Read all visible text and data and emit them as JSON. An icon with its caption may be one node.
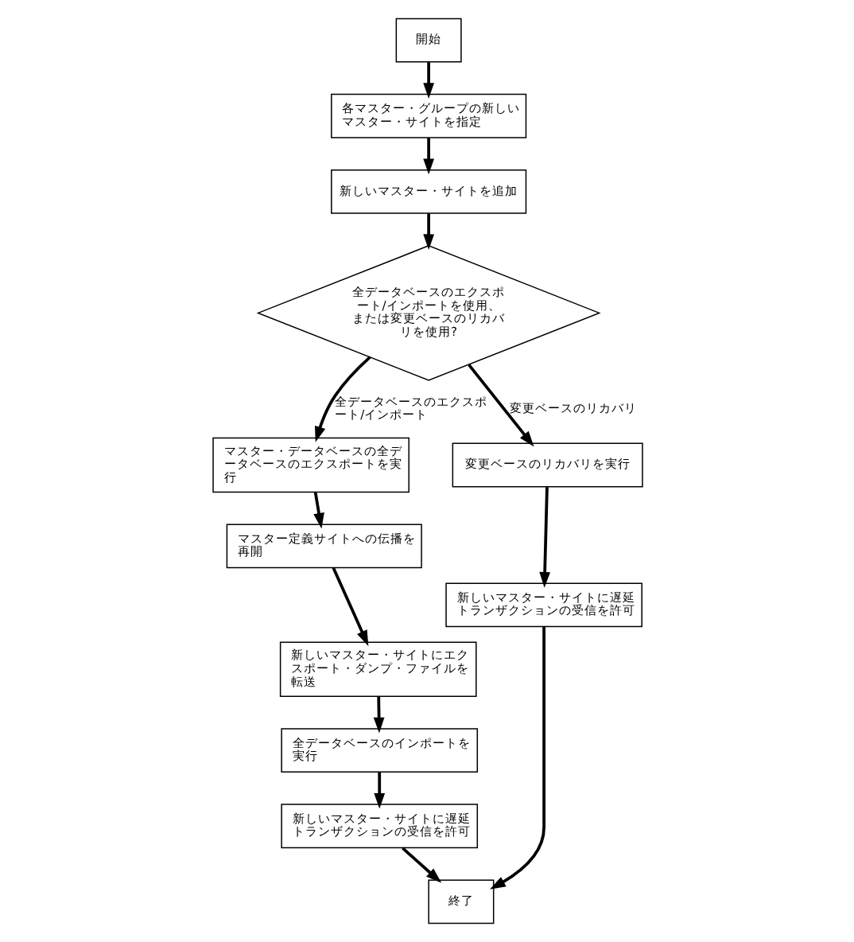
{
  "diagram": {
    "nodes": [
      {
        "text": [
          "開始"
        ]
      },
      {
        "text": [
          "各マスター・グループの新しいマスター・サイトを指定"
        ]
      },
      {
        "text": [
          "新しいマスター・サイトを追加"
        ]
      },
      {
        "text": [
          "全データベースのエクスポート/インポートを使用、または変更ベースのリカバリを使用?"
        ]
      },
      {
        "text": [
          "マスター・データベースの全データベースのエクスポートを実行"
        ]
      },
      {
        "text": [
          "マスター定義サイトへの伝播を再開"
        ]
      },
      {
        "text": [
          "新しいマスター・サイトにエクスポート・ダンプ・ファイルを転送"
        ]
      },
      {
        "text": [
          "全データベースのインポートを実行"
        ]
      },
      {
        "text": [
          "新しいマスター・サイトに遅延トランザクションの受信を許可"
        ]
      },
      {
        "text": [
          "変更ベースのリカバリを実行"
        ]
      },
      {
        "text": [
          "新しいマスター・サイトに遅延トランザクションの受信を許可"
        ]
      },
      {
        "text": [
          "終了"
        ]
      }
    ],
    "edges": [
      {
        "from": 0,
        "to": 1,
        "arrow": "to"
      },
      {
        "from": 1,
        "to": 2,
        "arrow": "to"
      },
      {
        "from": 2,
        "to": 3,
        "arrow": "to"
      },
      {
        "from": 3,
        "to": 4,
        "arrow": "to",
        "label": "全データベースのエクスポート/インポート"
      },
      {
        "from": 4,
        "to": 5,
        "arrow": "to"
      },
      {
        "from": 5,
        "to": 6,
        "arrow": "to"
      },
      {
        "from": 6,
        "to": 7,
        "arrow": "to"
      },
      {
        "from": 7,
        "to": 8,
        "arrow": "to"
      },
      {
        "from": 3,
        "to": 9,
        "arrow": "to",
        "label": "変更ベースのリカバリ"
      },
      {
        "from": 9,
        "to": 10,
        "arrow": "to"
      },
      {
        "from": 8,
        "to": 11,
        "arrow": "to"
      },
      {
        "from": 10,
        "to": 11,
        "arrow": "to"
      }
    ]
  }
}
